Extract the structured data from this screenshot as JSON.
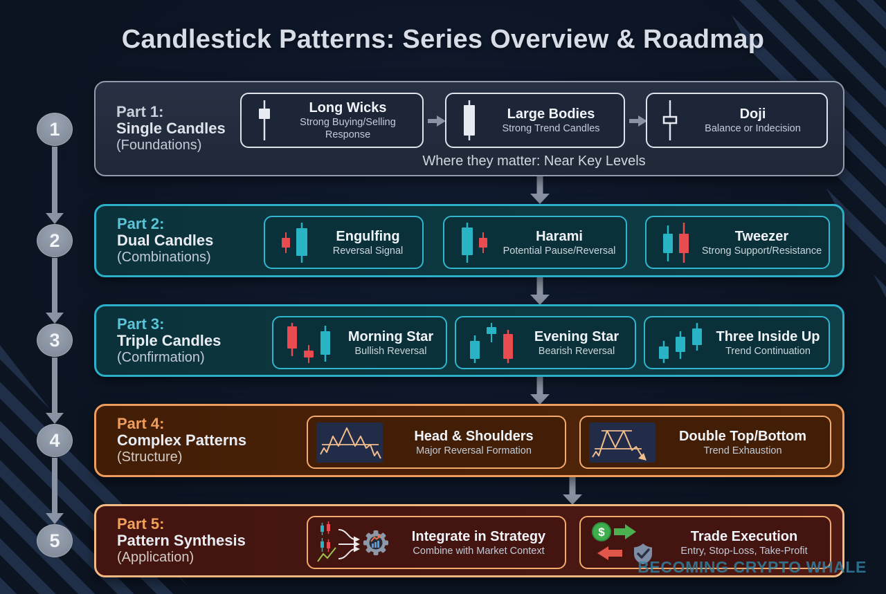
{
  "title": "Candlestick Patterns: Series Overview & Roadmap",
  "watermark": "BECOMING CRYPTO WHALE",
  "rail": {
    "steps": [
      "1",
      "2",
      "3",
      "4",
      "5"
    ]
  },
  "bands": [
    {
      "part": "Part 1:",
      "name": "Single Candles",
      "qualifier": "(Foundations)",
      "footer": "Where they matter: Near Key Levels",
      "cards": [
        {
          "icon": "long-wicks-candle-icon",
          "title": "Long Wicks",
          "desc": "Strong Buying/Selling Response"
        },
        {
          "icon": "large-body-candle-icon",
          "title": "Large Bodies",
          "desc": "Strong Trend Candles"
        },
        {
          "icon": "doji-candle-icon",
          "title": "Doji",
          "desc": "Balance or Indecision"
        }
      ]
    },
    {
      "part": "Part 2:",
      "name": "Dual Candles",
      "qualifier": "(Combinations)",
      "cards": [
        {
          "icon": "engulfing-pattern-icon",
          "title": "Engulfing",
          "desc": "Reversal Signal"
        },
        {
          "icon": "harami-pattern-icon",
          "title": "Harami",
          "desc": "Potential Pause/Reversal"
        },
        {
          "icon": "tweezer-pattern-icon",
          "title": "Tweezer",
          "desc": "Strong Support/Resistance"
        }
      ]
    },
    {
      "part": "Part 3:",
      "name": "Triple Candles",
      "qualifier": "(Confirmation)",
      "cards": [
        {
          "icon": "morning-star-pattern-icon",
          "title": "Morning Star",
          "desc": "Bullish Reversal"
        },
        {
          "icon": "evening-star-pattern-icon",
          "title": "Evening Star",
          "desc": "Bearish Reversal"
        },
        {
          "icon": "three-inside-up-pattern-icon",
          "title": "Three Inside Up",
          "desc": "Trend Continuation"
        }
      ]
    },
    {
      "part": "Part 4:",
      "name": "Complex Patterns",
      "qualifier": "(Structure)",
      "cards": [
        {
          "icon": "head-and-shoulders-chart-icon",
          "title": "Head & Shoulders",
          "desc": "Major Reversal Formation"
        },
        {
          "icon": "double-top-bottom-chart-icon",
          "title": "Double Top/Bottom",
          "desc": "Trend Exhaustion"
        }
      ]
    },
    {
      "part": "Part 5:",
      "name": "Pattern Synthesis",
      "qualifier": "(Application)",
      "cards": [
        {
          "icon": "strategy-gear-icon",
          "title": "Integrate in Strategy",
          "desc": "Combine with Market Context"
        },
        {
          "icon": "trade-execution-icon",
          "title": "Trade Execution",
          "desc": "Entry, Stop-Loss, Take-Profit"
        }
      ]
    }
  ],
  "colors": {
    "background": "#0c1422",
    "band_navy": "#232c3d",
    "band_teal": "#0c353d",
    "band_brown": "#47200b",
    "band_maroon": "#451611",
    "teal_accent": "#2cb0ca",
    "orange_accent": "#ef9d5b",
    "peach_accent": "#f5b982",
    "bullish_candle": "#29b4c6",
    "bearish_candle": "#e84b50",
    "flow_arrow": "#8a93a3"
  }
}
